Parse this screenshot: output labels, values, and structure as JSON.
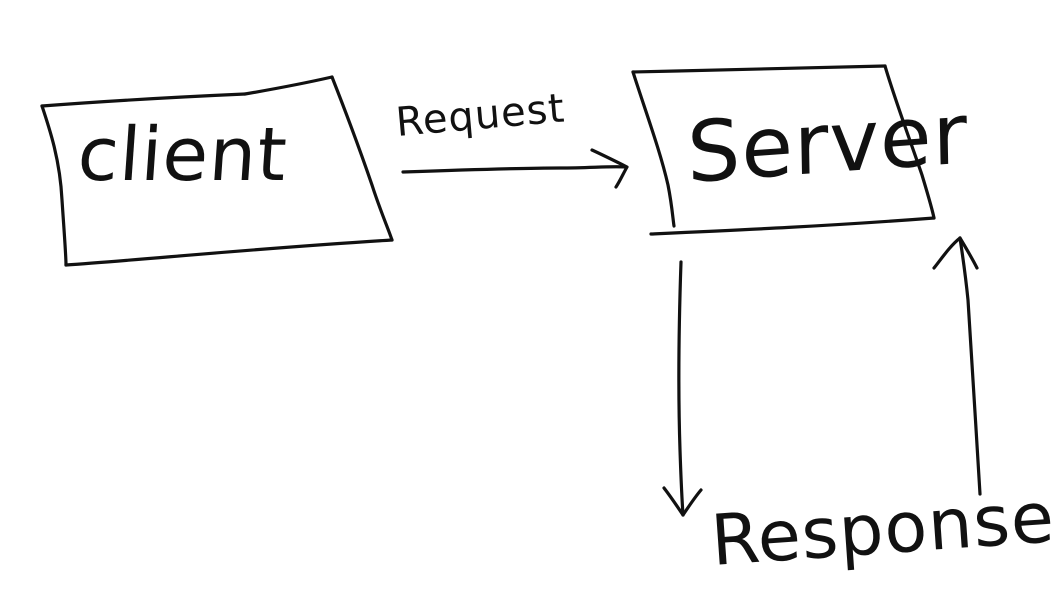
{
  "diagram": {
    "nodes": [
      {
        "id": "client",
        "label": "client"
      },
      {
        "id": "server",
        "label": "Server"
      }
    ],
    "edges": [
      {
        "from": "client",
        "to": "server",
        "label": "Request"
      },
      {
        "from": "server",
        "to": "server",
        "label": "Response"
      }
    ],
    "ink_color": "#111111",
    "background_color": "#ffffff"
  }
}
